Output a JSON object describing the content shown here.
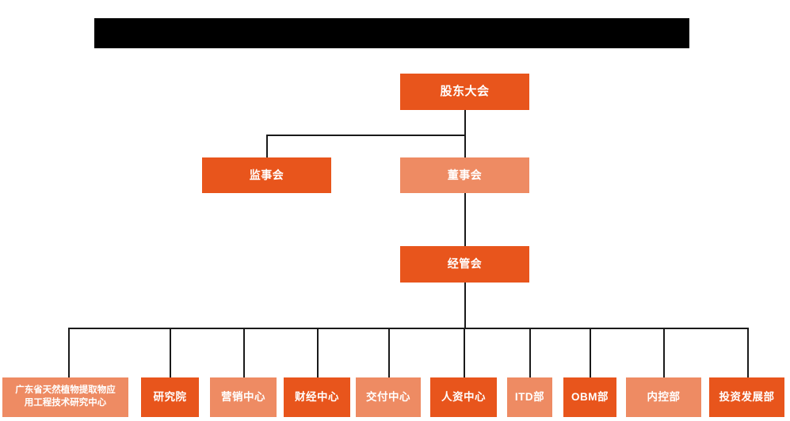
{
  "document": {
    "kind": "organization-chart",
    "background_color": "#FFFFFF"
  },
  "title_bar": {
    "label": "",
    "redacted": true,
    "color": "#000000"
  },
  "palette": {
    "dark_orange": "#E8551C",
    "light_orange": "#EE8B63",
    "line_color": "#1A1A1A",
    "text_color": "#FFFFFF"
  },
  "nodes": {
    "level1": [
      {
        "id": "shareholders-meeting",
        "label": "股东大会",
        "tone": "dark"
      }
    ],
    "level2": [
      {
        "id": "board-of-supervisors",
        "label": "监事会",
        "tone": "dark"
      },
      {
        "id": "board-of-directors",
        "label": "董事会",
        "tone": "light"
      }
    ],
    "level3": [
      {
        "id": "management-committee",
        "label": "经管会",
        "tone": "dark"
      }
    ],
    "departments": [
      {
        "id": "guangdong-research-center",
        "label": "广东省天然植物提取物应\n用工程技术研究中心",
        "line1": "广东省天然植物提取物应",
        "line2": "用工程技术研究中心",
        "tone": "light",
        "multiline": true
      },
      {
        "id": "research-institute",
        "label": "研究院",
        "tone": "dark",
        "multiline": false
      },
      {
        "id": "marketing-center",
        "label": "营销中心",
        "tone": "light",
        "multiline": false
      },
      {
        "id": "finance-center",
        "label": "财经中心",
        "tone": "dark",
        "multiline": false
      },
      {
        "id": "delivery-center",
        "label": "交付中心",
        "tone": "light",
        "multiline": false
      },
      {
        "id": "hr-center",
        "label": "人资中心",
        "tone": "dark",
        "multiline": false
      },
      {
        "id": "itd-department",
        "label": "ITD部",
        "tone": "light",
        "multiline": false
      },
      {
        "id": "obm-department",
        "label": "OBM部",
        "tone": "dark",
        "multiline": false
      },
      {
        "id": "internal-control-department",
        "label": "内控部",
        "tone": "light",
        "multiline": false
      },
      {
        "id": "investment-development-department",
        "label": "投资发展部",
        "tone": "dark",
        "multiline": false
      }
    ]
  }
}
